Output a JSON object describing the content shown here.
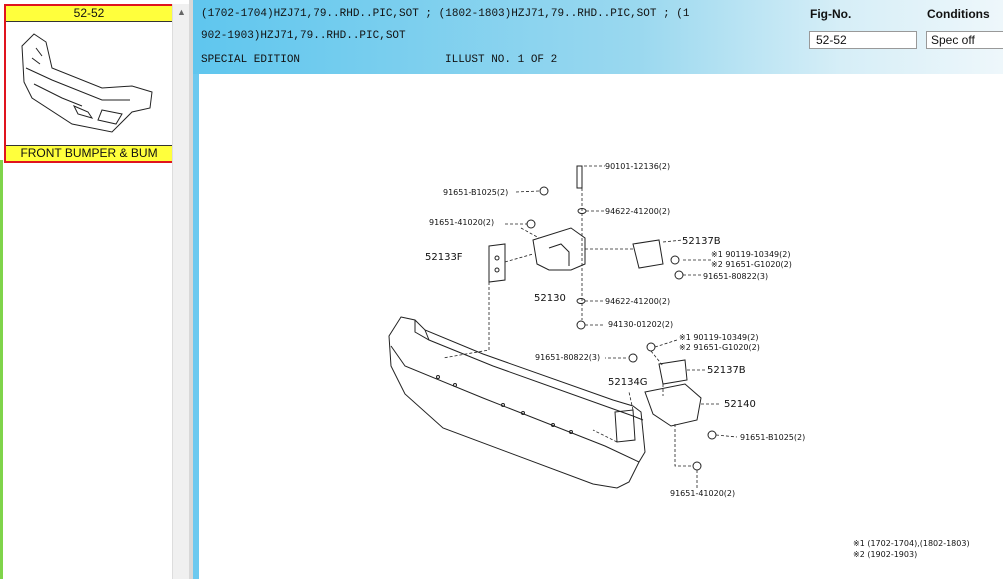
{
  "thumbnail": {
    "title": "52-52",
    "label": "FRONT BUMPER & BUM"
  },
  "scrollbar": {
    "up_glyph": "▲"
  },
  "header": {
    "line1": "(1702-1704)HZJ71,79..RHD..PIC,SOT ; (1802-1803)HZJ71,79..RHD..PIC,SOT ; (1",
    "line2": "902-1903)HZJ71,79..RHD..PIC,SOT",
    "edition": "SPECIAL EDITION",
    "illust": "ILLUST NO. 1 OF 2",
    "fig_label": "Fig-No.",
    "fig_value": "52-52",
    "conditions_label": "Conditions",
    "conditions_value": "Spec off"
  },
  "diagram": {
    "labels": {
      "p90101": "90101-12136(2)",
      "p91651b": "91651-B1025(2)",
      "p94622a": "94622-41200(2)",
      "p91651a": "91651-41020(2)",
      "p52137b_top": "52137B",
      "p52133f": "52133F",
      "n1_top": "※1 90119-10349(2)",
      "n2_top": "※2 91651-G1020(2)",
      "p91651_80822_top": "91651-80822(3)",
      "p52130": "52130",
      "p94622b": "94622-41200(2)",
      "p94130": "94130-01202(2)",
      "n1_mid": "※1 90119-10349(2)",
      "n2_mid": "※2 91651-G1020(2)",
      "p91651_80822_mid": "91651-80822(3)",
      "p52137b_mid": "52137B",
      "p52134g": "52134G",
      "p52140": "52140",
      "p91651b_low": "91651-B1025(2)",
      "p91651a_low": "91651-41020(2)",
      "note1": "※1 (1702-1704),(1802-1803)",
      "note2": "※2 (1902-1903)"
    }
  }
}
